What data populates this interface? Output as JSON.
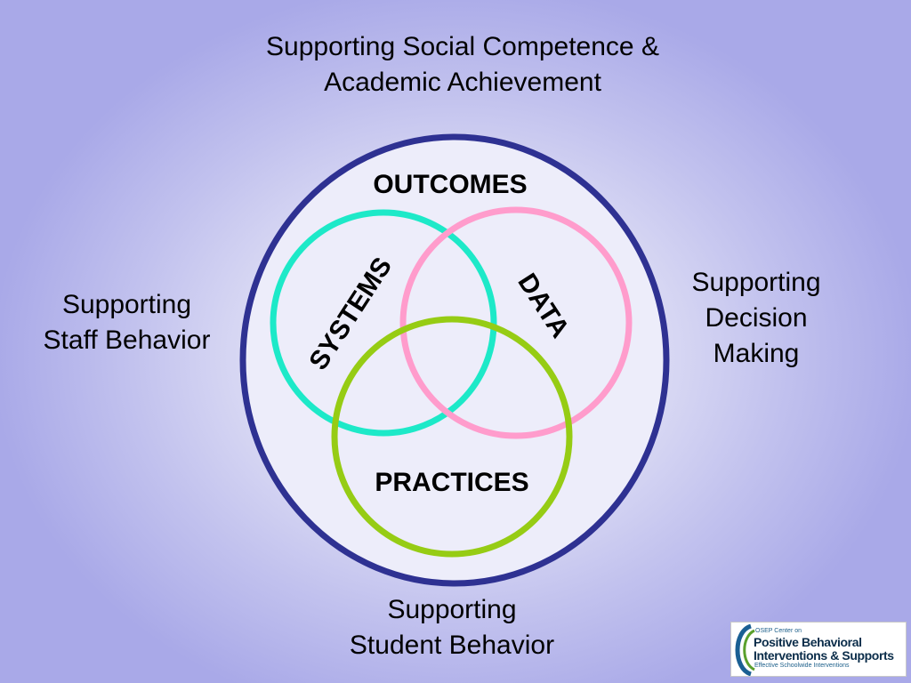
{
  "title": {
    "line1": "Supporting Social Competence &",
    "line2": "Academic Achievement"
  },
  "side_labels": {
    "left": {
      "line1": "Supporting",
      "line2": "Staff Behavior"
    },
    "right": {
      "line1": "Supporting",
      "line2": "Decision",
      "line3": "Making"
    },
    "bottom": {
      "line1": "Supporting",
      "line2": "Student Behavior"
    }
  },
  "diagram": {
    "outer_label": "OUTCOMES",
    "circles": [
      {
        "label": "SYSTEMS",
        "color": "#1de9c8"
      },
      {
        "label": "DATA",
        "color": "#ff9ccc"
      },
      {
        "label": "PRACTICES",
        "color": "#96cc14"
      }
    ],
    "outer_ring_color": "#2e3192"
  },
  "logo": {
    "line1": "OSEP Center on",
    "line2": "Positive Behavioral",
    "line3": "Interventions & Supports",
    "line4": "Effective Schoolwide Interventions"
  }
}
